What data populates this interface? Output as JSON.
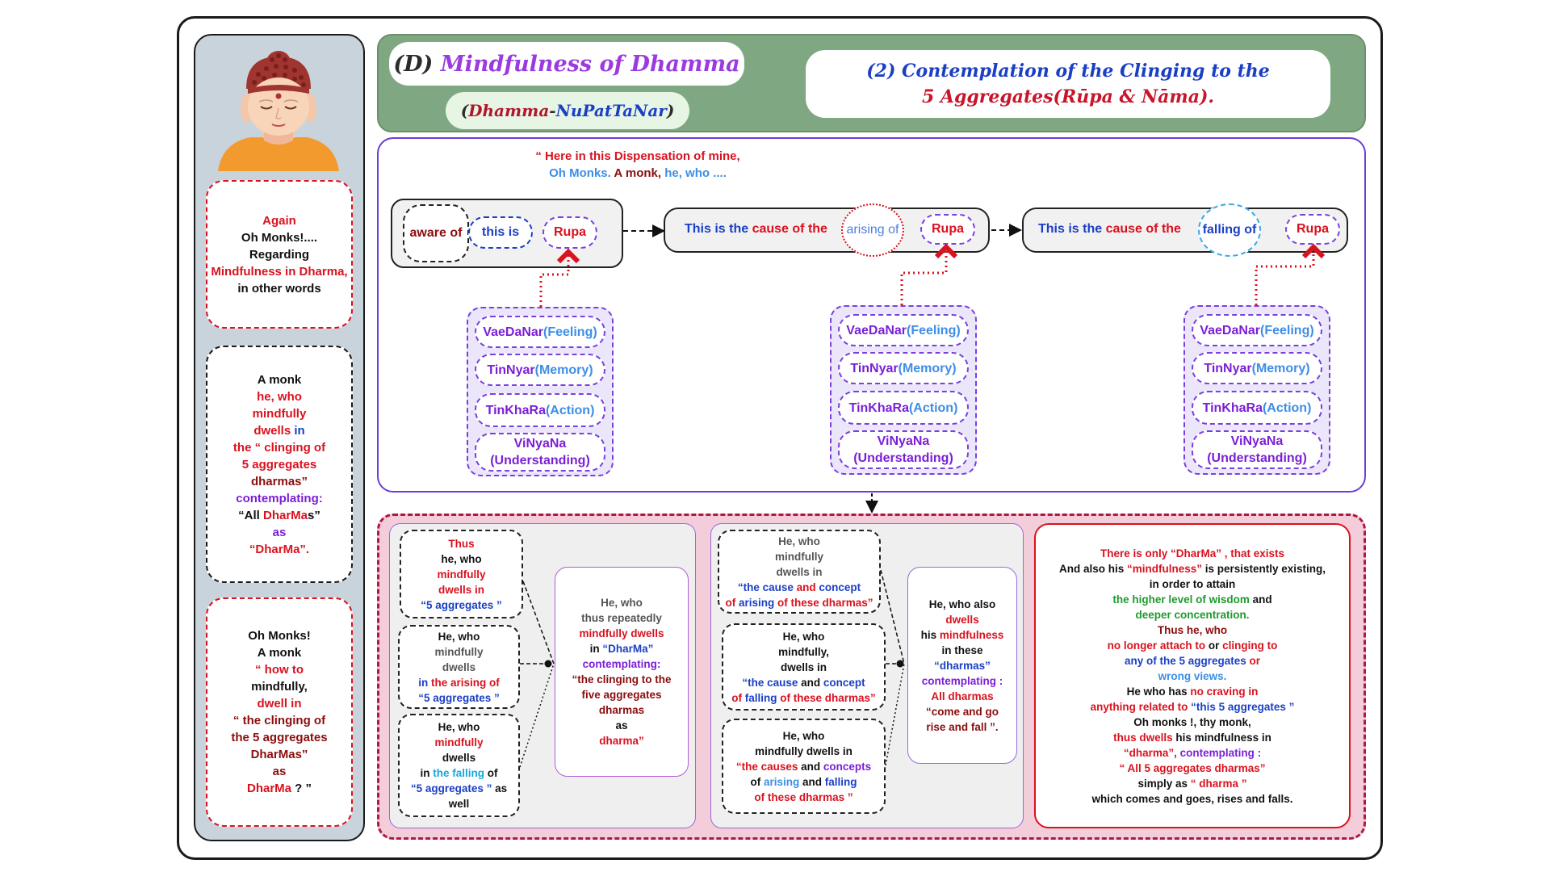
{
  "header": {
    "title_prefix": "(D)",
    "title_main": "Mindfulness of Dhamma",
    "subtitle_dhamma": "Dhamma",
    "subtitle_dash": "-",
    "subtitle_rest": "NuPatTaNar",
    "contemplation_line1": "(2) Contemplation of the Clinging to the",
    "contemplation_line2": "5 Aggregates(Rūpa & Nāma)."
  },
  "left": {
    "box1": [
      "Again",
      "Oh Monks!....",
      "Regarding",
      "Mindfulness in Dharma,",
      "in other words"
    ],
    "box2": {
      "l1": "A monk",
      "l2": "he, who",
      "l3": "mindfully",
      "l4a": "dwells",
      "l4b": "in",
      "l5": "the “ clinging of",
      "l6": "5 aggregates",
      "l7": "dharmas”",
      "l8": "contemplating:",
      "l9a": "“All ",
      "l9b": "DharMa",
      "l9c": "s”",
      "l10": "as",
      "l11": "“DharMa”."
    },
    "box3": {
      "l1": "Oh Monks!",
      "l2": "A monk",
      "l3": "“ how to",
      "l4": "mindfully,",
      "l5": "dwell  in",
      "l6": "“ the  clinging of",
      "l7": "the 5 aggregates",
      "l8": "DharMas”",
      "l9": "as",
      "l10a": "DharMa",
      "l10b": " ? ”"
    }
  },
  "top": {
    "quote_line1": "“ Here in this Dispensation of mine,",
    "quote_line2a": "Oh Monks.",
    "quote_line2b": " A monk,",
    "quote_line2c": " he, who ....",
    "row1": {
      "aware": "aware of",
      "this_is": "this is",
      "rupa": "Rupa"
    },
    "row2": {
      "text_a": "This is the ",
      "text_b": "cause of  the",
      "arising": "arising of",
      "rupa": "Rupa"
    },
    "row3": {
      "text_a": "This is the ",
      "text_b": "cause of  the",
      "falling": "falling of",
      "rupa": "Rupa"
    },
    "groups": [
      {
        "i1a": "VaeDaNar",
        "i1b": "(Feeling)",
        "i2a": "TinNyar",
        "i2b": "(Memory)",
        "i3a": "TinKhaRa ",
        "i3b": "(Action)",
        "i4a": "ViNyaNa",
        "i4b": "(Understanding)"
      },
      {
        "i1a": "VaeDaNar",
        "i1b": "(Feeling)",
        "i2a": "TinNyar",
        "i2b": "(Memory)",
        "i3a": "TinKhaRa ",
        "i3b": "(Action)",
        "i4a": "ViNyaNa",
        "i4b": "(Understanding)"
      },
      {
        "i1a": "VaeDaNar",
        "i1b": "(Feeling)",
        "i2a": "TinNyar",
        "i2b": "(Memory)",
        "i3a": "TinKhaRa ",
        "i3b": "(Action)",
        "i4a": "ViNyaNa",
        "i4b": "(Understanding)"
      }
    ]
  },
  "bottom": {
    "a1": {
      "l1": "Thus",
      "l2": "he, who",
      "l3": "mindfully",
      "l4": "dwells in",
      "l5": "“5 aggregates ”"
    },
    "a2": {
      "l1": "He, who",
      "l2": "mindfully",
      "l3": "dwells",
      "l4a": "in ",
      "l4b": "the arising of",
      "l5": "“5 aggregates ”"
    },
    "a3": {
      "l1": "He, who",
      "l2": "mindfully",
      "l3": "dwells",
      "l4a": "in ",
      "l4b": "the falling",
      "l4c": " of",
      "l5a": "“5 aggregates ”",
      "l5b": " as",
      "l6": "well"
    },
    "a_sum": {
      "l1": "He, who",
      "l2": "thus repeatedly",
      "l3": "mindfully dwells",
      "l4a": "in  ",
      "l4b": "“DharMa”",
      "l5": "contemplating:",
      "l6": "“the clinging to the",
      "l7": "five aggregates",
      "l8": "dharmas",
      "l9": "as",
      "l10": "dharma”"
    },
    "b1": {
      "l1": "He, who",
      "l2": "mindfully",
      "l3": "dwells in",
      "l4a": "“the cause",
      "l4b": "  and ",
      "l4c": "concept",
      "l5a": "of ",
      "l5b": "arising",
      "l5c": " of these dharmas”"
    },
    "b2": {
      "l1": "He, who",
      "l2": "mindfully,",
      "l3": "dwells in",
      "l4a": "“the cause",
      "l4b": " and ",
      "l4c": "concept",
      "l5a": "of ",
      "l5b": "falling",
      "l5c": " of these dharmas”"
    },
    "b3": {
      "l1": "He, who",
      "l2": "mindfully dwells in",
      "l3a": "“the causes",
      "l3b": " and ",
      "l3c": "concepts",
      "l4a": "of ",
      "l4b": "arising",
      "l4c": " and  ",
      "l4d": "falling",
      "l5": "of these dharmas ”"
    },
    "b_sum": {
      "l1": "He, who also",
      "l2": "dwells",
      "l3a": "his ",
      "l3b": "mindfulness",
      "l4": "in these",
      "l5": "“dharmas”",
      "l6": "contemplating :",
      "l7": "All dharmas",
      "l8": "“come and go",
      "l9": "rise and fall ”."
    },
    "c": {
      "l1": "There is only “DharMa” , that  exists",
      "l2a": "And also his ",
      "l2b": "“mindfulness”",
      "l2c": " is persistently existing,",
      "l3": "in order to attain",
      "l4a": "the higher level of  wisdom",
      "l4b": " and",
      "l5": "deeper concentration.",
      "l6": "Thus he, who",
      "l7a": "no longer attach to",
      "l7b": " or ",
      "l7c": "clinging to",
      "l8a": "any of the 5 aggregates",
      "l8b": "  or",
      "l9": "wrong views.",
      "l10a": "He who has ",
      "l10b": "no craving in",
      "l11a": "anything related  to  ",
      "l11b": "“this 5 aggregates ”",
      "l12": "Oh monks !, thy monk,",
      "l13a": "thus  dwells",
      "l13b": " his mindfulness in",
      "l14a": "“dharma”, ",
      "l14b": "contemplating :",
      "l15": "“ All 5 aggregates  dharmas”",
      "l16a": "simply  as  ",
      "l16b": "“ dharma ”",
      "l17": "which comes and goes, rises and falls."
    }
  }
}
